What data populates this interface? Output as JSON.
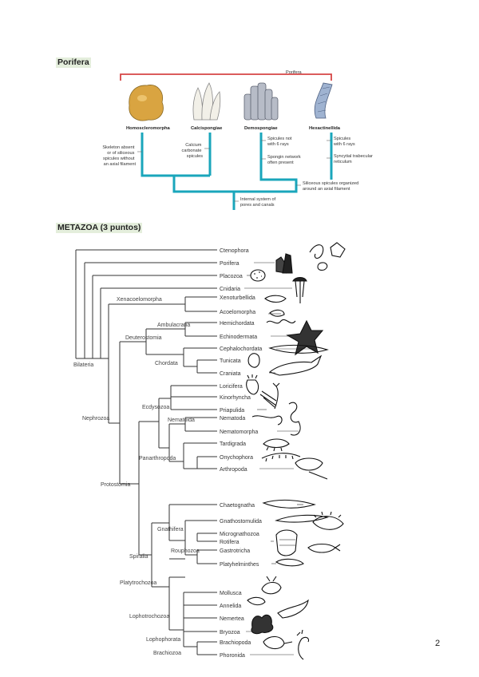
{
  "page": {
    "number": "2"
  },
  "porifera": {
    "heading": "Porifera",
    "bracket_label": "Porifera",
    "groups": [
      {
        "name": "Homoscleromorpha",
        "note": [
          "Skeleton absent",
          "or of siliceous",
          "spicules without",
          "an axial filament"
        ]
      },
      {
        "name": "Calcispongiae",
        "note": [
          "Calcium",
          "carbonate",
          "spicules"
        ]
      },
      {
        "name": "Demospongiae",
        "note": [
          "Spicules not",
          "with 6 rays"
        ],
        "note2": [
          "Spongin network",
          "often present"
        ]
      },
      {
        "name": "Hexactinellida",
        "note": [
          "Spicules",
          "with 6 rays"
        ],
        "note2": [
          "Syncytial trabecular",
          "reticulum"
        ]
      }
    ],
    "siliceous_note": [
      "Siliceous spicules organized",
      "around an axial filament"
    ],
    "root_note": [
      "Internal system of",
      "pores and canals"
    ],
    "colors": {
      "bracket": "#d64545",
      "tree": "#1aa6bb",
      "sponge": "#d9a441"
    }
  },
  "metazoa": {
    "heading": "METAZOA (3 puntos)",
    "taxa": [
      "Ctenophora",
      "Porifera",
      "Placozoa",
      "Cnidaria",
      "Xenoturbellida",
      "Acoelomorpha",
      "Hemichordata",
      "Echinodermata",
      "Cephalochordata",
      "Tunicata",
      "Craniata",
      "Loricifera",
      "Kinorhyncha",
      "Priapulida",
      "Nematoda",
      "Nematomorpha",
      "Tardigrada",
      "Onychophora",
      "Arthropoda",
      "Chaetognatha",
      "Gnathostomulida",
      "Micrognathozoa",
      "Rotifera",
      "Gastrotricha",
      "Platyhelminthes",
      "Mollusca",
      "Annelida",
      "Nemertea",
      "Bryozoa",
      "Brachiopoda",
      "Phoronida"
    ],
    "clades": {
      "xenacoelomorpha": "Xenacoelomorpha",
      "ambulacraria": "Ambulacraria",
      "deuterostomia": "Deuterostomia",
      "chordata": "Chordata",
      "bilateria": "Bilateria",
      "ecdysozoa": "Ecdysozoa",
      "nephrozoa": "Nephrozoa",
      "nematoida": "Nematoida",
      "panarthropoda": "Panarthropoda",
      "protostomia": "Protostomia",
      "gnathifera": "Gnathifera",
      "rouphozoa": "Rouphozoa",
      "spiralia": "Spiralia",
      "platytrochozoa": "Platytrochozoa",
      "lophotrochozoa": "Lophotrochozoa",
      "lophophorata": "Lophophorata",
      "brachiozoa": "Brachiozoa"
    }
  }
}
